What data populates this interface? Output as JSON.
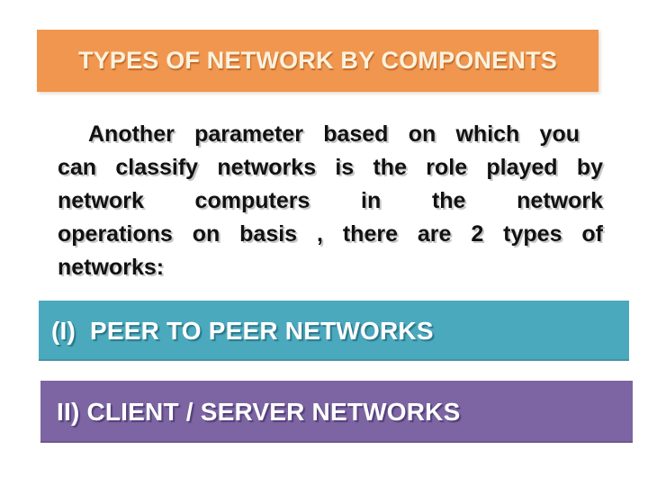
{
  "slide": {
    "header": {
      "title": "TYPES OF NETWORK BY COMPONENTS"
    },
    "paragraph": {
      "lines": [
        "Another parameter based on which you",
        "can classify networks is the role played by",
        "network computers in the network",
        "operations on basis , there are 2 types of",
        "networks:"
      ]
    },
    "items": [
      {
        "label": "(I)  PEER TO PEER NETWORKS",
        "color": "#4BA9BE"
      },
      {
        "label": "II) CLIENT / SERVER NETWORKS",
        "color": "#7C65A2"
      }
    ],
    "colors": {
      "slide_bg": "#FFFFFF",
      "header_bg": "#F0964F",
      "header_text": "#FBF2DD",
      "body_text": "#111111",
      "peer_bar_bg": "#4BA9BE",
      "client_bar_bg": "#7C65A2",
      "bar_text": "#FFFFFF"
    }
  }
}
